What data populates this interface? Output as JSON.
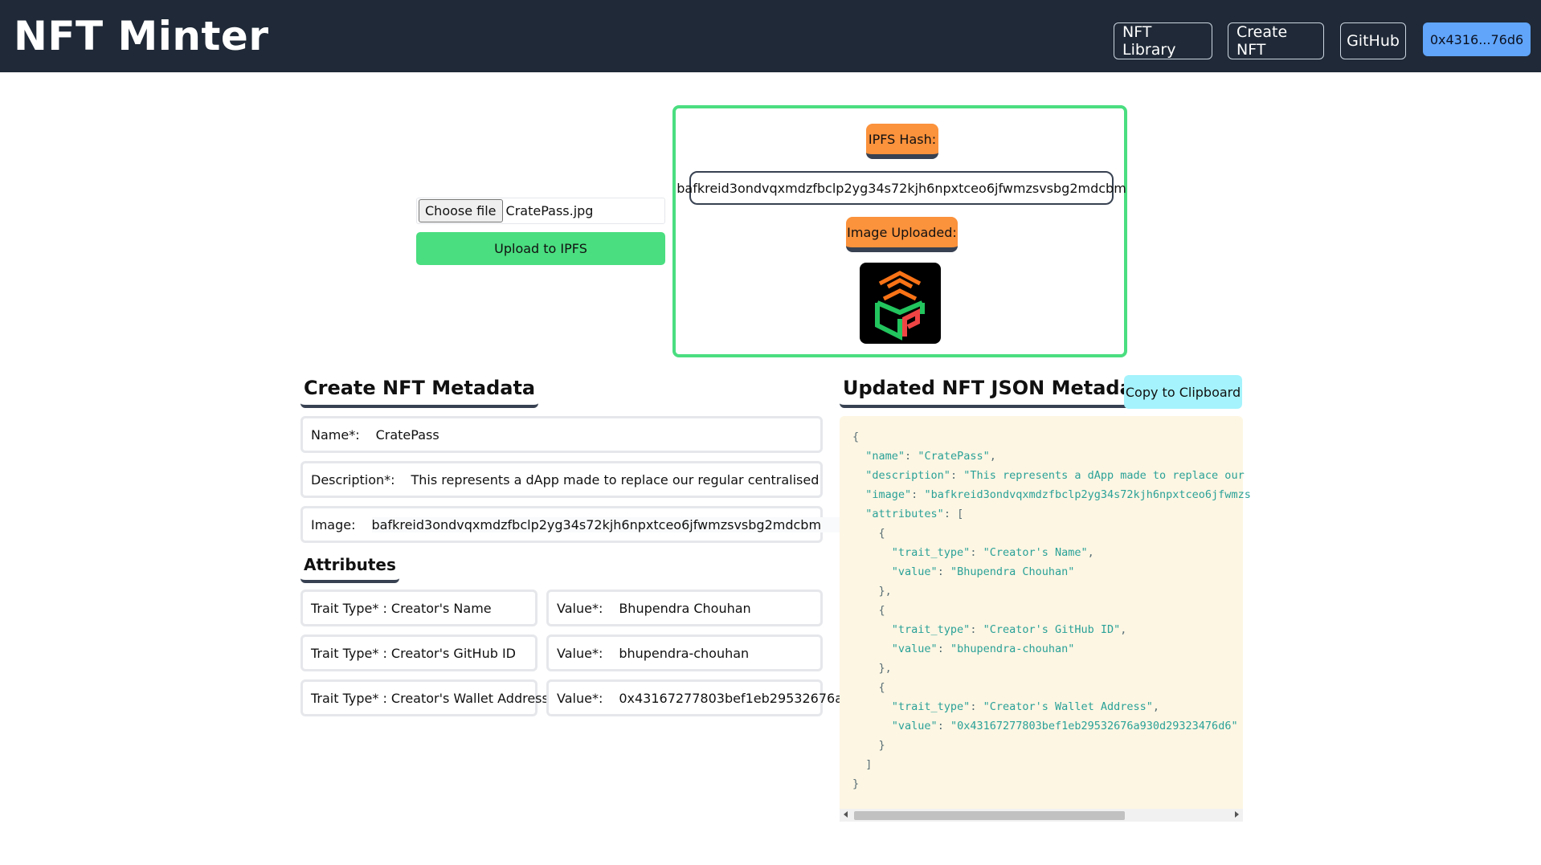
{
  "header": {
    "brand": "NFT Minter",
    "nav": [
      "NFT Library",
      "Create NFT",
      "GitHub"
    ],
    "wallet": "0x4316...76d6"
  },
  "upload": {
    "choose_file_label": "Choose file",
    "file_name": "CratePass.jpg",
    "upload_label": "Upload to IPFS"
  },
  "ipfs": {
    "hash_label": "IPFS Hash:",
    "hash_value": "bafkreid3ondvqxmdzfbclp2yg34s72kjh6npxtceo6jfwmzsvsbg2mdcbm",
    "image_label": "Image Uploaded:"
  },
  "metadata_form": {
    "title": "Create NFT Metadata",
    "name_label": "Name*:",
    "name_value": "CratePass",
    "description_label": "Description*:",
    "description_value": "This represents a dApp made to replace our regular centralised",
    "image_label": "Image:",
    "image_value": "bafkreid3ondvqxmdzfbclp2yg34s72kjh6npxtceo6jfwmzsvsbg2mdcbm",
    "attributes_title": "Attributes",
    "attributes": [
      {
        "trait_label": "Trait Type* : Creator's Name",
        "value_label": "Value*:",
        "value": "Bhupendra Chouhan"
      },
      {
        "trait_label": "Trait Type* : Creator's GitHub ID",
        "value_label": "Value*:",
        "value": "bhupendra-chouhan"
      },
      {
        "trait_label": "Trait Type* : Creator's Wallet Address",
        "value_label": "Value*:",
        "value": "0x43167277803bef1eb29532676a"
      }
    ]
  },
  "json_panel": {
    "title": "Updated NFT JSON Metadata",
    "copy_label": "Copy to Clipboard",
    "lines": [
      "{",
      "  \"name\": \"CratePass\",",
      "  \"description\": \"This represents a dApp made to replace our",
      "  \"image\": \"bafkreid3ondvqxmdzfbclp2yg34s72kjh6npxtceo6jfwmzs",
      "  \"attributes\": [",
      "    {",
      "      \"trait_type\": \"Creator's Name\",",
      "      \"value\": \"Bhupendra Chouhan\"",
      "    },",
      "    {",
      "      \"trait_type\": \"Creator's GitHub ID\",",
      "      \"value\": \"bhupendra-chouhan\"",
      "    },",
      "    {",
      "      \"trait_type\": \"Creator's Wallet Address\",",
      "      \"value\": \"0x43167277803bef1eb29532676a930d29323476d6\"",
      "    }",
      "  ]",
      "}"
    ]
  },
  "colors": {
    "header_bg": "#1f2937",
    "accent_green": "#4ade80",
    "pill_orange": "#fb923c",
    "wallet_blue": "#60a5fa",
    "copy_cyan": "#a5f3fc",
    "json_bg": "#fdf6e3"
  },
  "icons": {
    "uploaded_image": "cratepass-logo-icon"
  }
}
